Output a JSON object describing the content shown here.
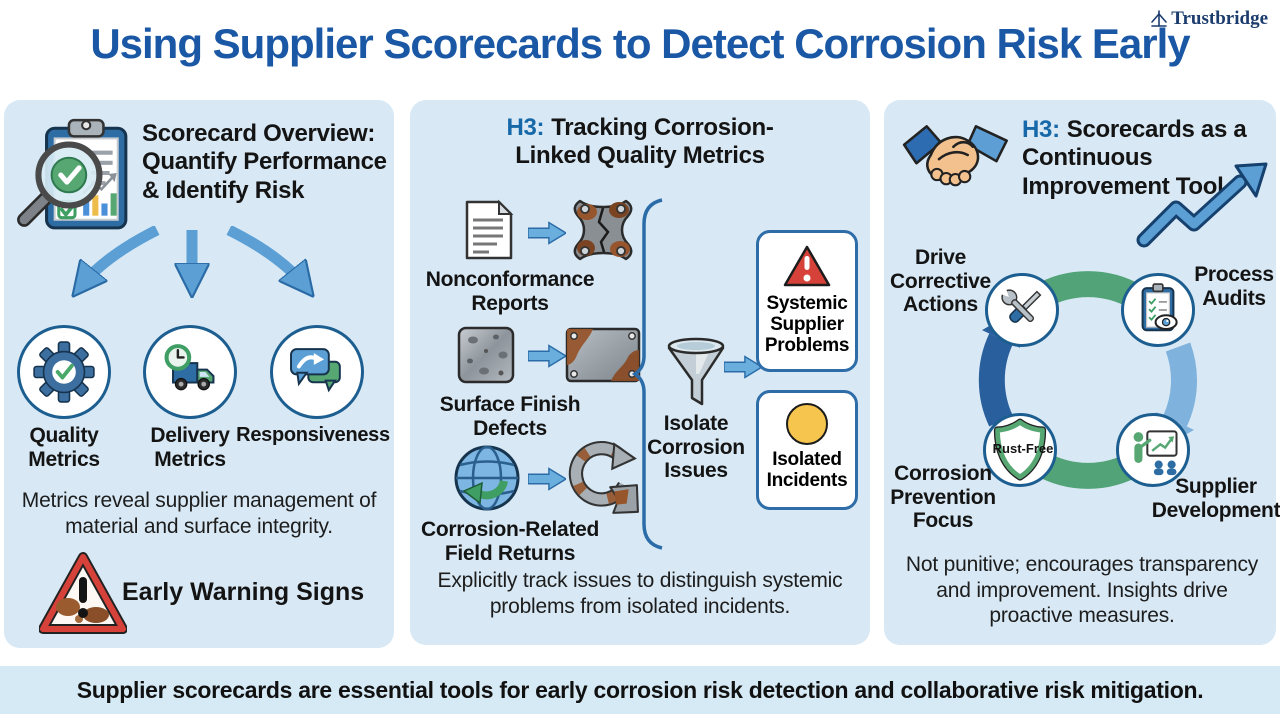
{
  "brand": {
    "name": "Trustbridge"
  },
  "header": {
    "title": "Using Supplier Scorecards to Detect Corrosion Risk Early"
  },
  "colors": {
    "panel_bg": "#d8e9f5",
    "title_blue": "#1a57a5",
    "h3_blue": "#1668a8",
    "arrow_blue": "#5b9fd4",
    "circle_border_blue": "#1d5e90",
    "alert_red": "#d6423a",
    "incident_yellow": "#f5c54e",
    "green": "#57a773",
    "cycle_dark_blue": "#2a5f9e",
    "cycle_light_blue": "#7fb2dc"
  },
  "panel_scorecard": {
    "title": "Scorecard Overview: Quantify Performance & Identify Risk",
    "metrics": [
      {
        "label": "Quality Metrics"
      },
      {
        "label": "Delivery Metrics"
      },
      {
        "label": "Responsiveness"
      }
    ],
    "note": "Metrics reveal supplier management of material and surface integrity.",
    "warning_label": "Early Warning Signs"
  },
  "panel_tracking": {
    "title_prefix": "H3:",
    "title": "Tracking Corrosion-Linked Quality Metrics",
    "rows": [
      {
        "label": "Nonconformance Reports"
      },
      {
        "label": "Surface Finish Defects"
      },
      {
        "label": "Corrosion-Related Field Returns"
      }
    ],
    "funnel_label": "Isolate Corrosion Issues",
    "outcomes": [
      {
        "label": "Systemic Supplier Problems"
      },
      {
        "label": "Isolated Incidents"
      }
    ],
    "note": "Explicitly track issues to distinguish systemic problems from isolated incidents."
  },
  "panel_improvement": {
    "title_prefix": "H3:",
    "title": "Scorecards as a Continuous Improvement Tool",
    "cycle": [
      {
        "label": "Drive Corrective Actions"
      },
      {
        "label": "Process Audits"
      },
      {
        "label": "Supplier Development"
      },
      {
        "label": "Corrosion Prevention Focus"
      }
    ],
    "shield_label": "Rust-Free",
    "note": "Not punitive; encourages transparency and improvement. Insights drive proactive measures."
  },
  "footer": {
    "text": "Supplier scorecards are essential tools for early corrosion risk detection and collaborative risk mitigation."
  }
}
